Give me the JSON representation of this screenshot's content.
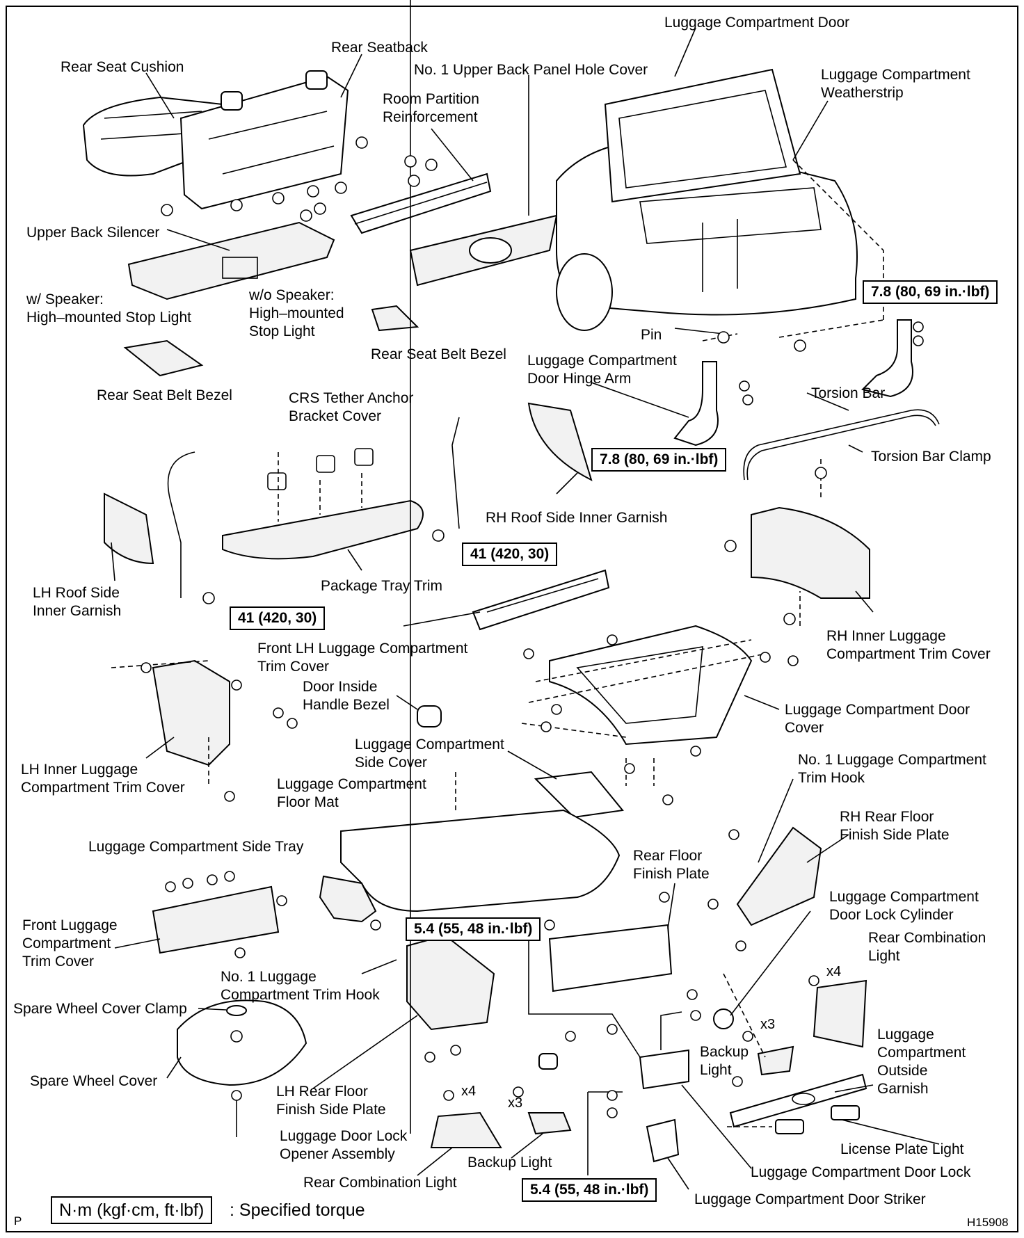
{
  "labels": {
    "luggage_compartment_door": "Luggage Compartment Door",
    "rear_seatback": "Rear Seatback",
    "rear_seat_cushion": "Rear Seat Cushion",
    "upper_back_panel_hole_cover": "No. 1 Upper Back Panel Hole Cover",
    "room_partition_reinforcement": "Room Partition\nReinforcement",
    "weatherstrip": "Luggage Compartment\nWeatherstrip",
    "upper_back_silencer": "Upper Back Silencer",
    "stop_light_with_speaker": "w/ Speaker:\nHigh–mounted Stop Light",
    "stop_light_without_speaker": "w/o Speaker:\nHigh–mounted\nStop Light",
    "rear_seat_belt_bezel_right": "Rear Seat Belt Bezel",
    "pin": "Pin",
    "door_hinge_arm": "Luggage Compartment\nDoor Hinge Arm",
    "rear_seat_belt_bezel_left": "Rear Seat Belt Bezel",
    "crs_tether_cover": "CRS Tether Anchor\nBracket Cover",
    "torsion_bar": "Torsion Bar",
    "torsion_bar_clamp": "Torsion Bar Clamp",
    "rh_roof_side_inner_garnish": "RH Roof Side Inner Garnish",
    "lh_roof_side_inner_garnish": "LH Roof Side\nInner Garnish",
    "package_tray_trim": "Package Tray Trim",
    "rh_inner_trim_cover": "RH Inner Luggage\nCompartment Trim Cover",
    "front_lh_trim_cover": "Front LH Luggage Compartment\nTrim Cover",
    "door_inside_handle_bezel": "Door Inside\nHandle Bezel",
    "door_cover": "Luggage Compartment Door\nCover",
    "lh_inner_trim_cover": "LH Inner Luggage\nCompartment Trim Cover",
    "side_cover": "Luggage Compartment\nSide Cover",
    "trim_hook_right": "No. 1 Luggage Compartment\nTrim Hook",
    "floor_mat": "Luggage Compartment\nFloor Mat",
    "rh_rear_floor_finish_side_plate": "RH Rear Floor\nFinish Side Plate",
    "side_tray": "Luggage Compartment Side Tray",
    "rear_floor_finish_plate": "Rear Floor\nFinish Plate",
    "door_lock_cylinder": "Luggage Compartment\nDoor Lock Cylinder",
    "front_trim_cover": "Front Luggage\nCompartment\nTrim Cover",
    "rear_combination_light_right": "Rear Combination\nLight",
    "trim_hook_left": "No. 1 Luggage\nCompartment Trim Hook",
    "spare_wheel_cover_clamp": "Spare Wheel Cover Clamp",
    "outside_garnish": "Luggage\nCompartment\nOutside\nGarnish",
    "backup_light_right": "Backup\nLight",
    "spare_wheel_cover": "Spare Wheel Cover",
    "lh_rear_floor_finish_side_plate": "LH Rear Floor\nFinish Side Plate",
    "luggage_door_lock_opener": "Luggage Door Lock\nOpener Assembly",
    "license_plate_light": "License Plate Light",
    "rear_combination_light_left": "Rear Combination Light",
    "backup_light_left": "Backup Light",
    "door_lock": "Luggage Compartment Door Lock",
    "door_striker": "Luggage Compartment Door Striker"
  },
  "torques": {
    "hinge_upper": "7.8 (80, 69 in.·lbf)",
    "hinge_lower": "7.8 (80, 69 in.·lbf)",
    "belt_right": "41 (420, 30)",
    "belt_left": "41 (420, 30)",
    "side_plate": "5.4 (55, 48 in.·lbf)",
    "lock": "5.4 (55, 48 in.·lbf)"
  },
  "quantities": {
    "combo_light_right": "x4",
    "backup_light_right": "x3",
    "combo_light_left": "x4",
    "backup_light_left": "x3"
  },
  "legend": {
    "unit": "N·m (kgf·cm, ft·lbf)",
    "text": ": Specified torque"
  },
  "corner_mark": "P",
  "figure_id": "H15908"
}
